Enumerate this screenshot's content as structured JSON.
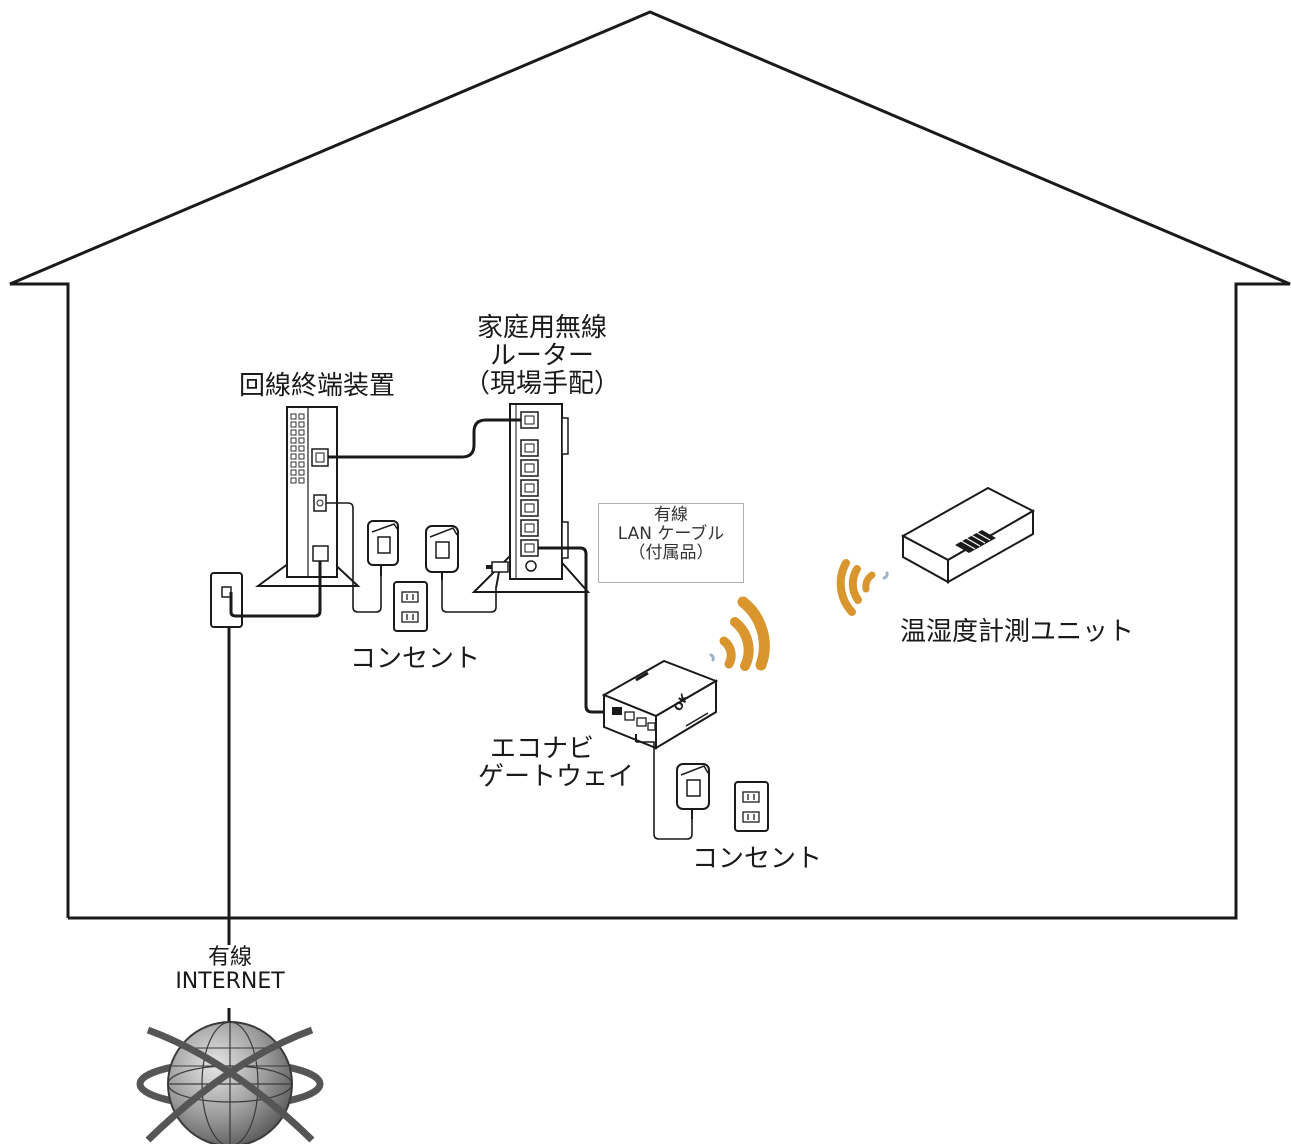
{
  "labels": {
    "ont": "回線終端装置",
    "router_line1": "家庭用無線",
    "router_line2": "ルーター",
    "router_line3": "（現場手配）",
    "cable_line1": "有線",
    "cable_line2": "LAN ケーブル",
    "cable_line3": "（付属品）",
    "sensor": "温湿度計測ユニット",
    "outlet_left": "コンセント",
    "outlet_right": "コンセント",
    "gateway_line1": "エコナビ",
    "gateway_line2": "ゲートウェイ",
    "internet_line1": "有線",
    "internet_line2": "INTERNET"
  },
  "colors": {
    "line": "#1a1a1a",
    "wave": "#d9962e",
    "wave_faint": "#9fb3c8",
    "globe": "#8a8a8a",
    "ring": "#555555"
  }
}
